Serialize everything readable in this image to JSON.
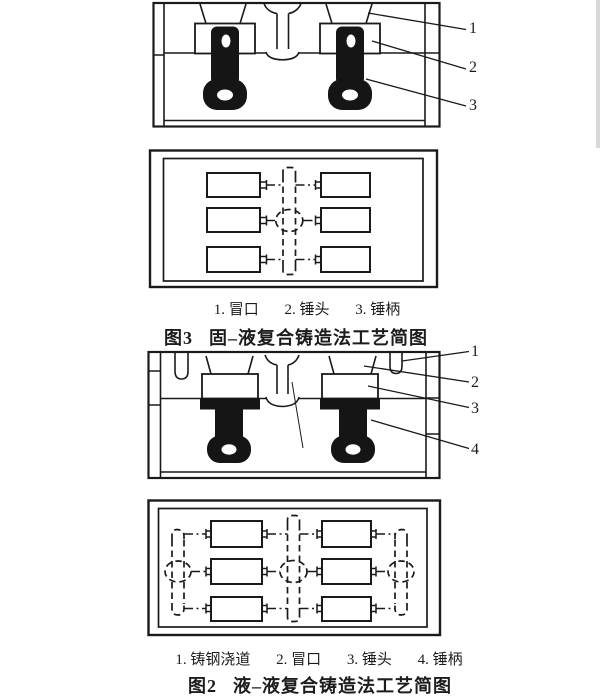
{
  "colors": {
    "ink": "#1a1a1a",
    "paper": "#ffffff"
  },
  "figure3": {
    "section_callouts": [
      "1",
      "2",
      "3"
    ],
    "legend_items": [
      "1. 冒口",
      "2. 锤头",
      "3. 锤柄"
    ],
    "fig_label": "图3",
    "title": "固–液复合铸造法工艺简图"
  },
  "figure2": {
    "section_callouts": [
      "1",
      "2",
      "3",
      "4"
    ],
    "legend_items": [
      "1. 铸钢浇道",
      "2. 冒口",
      "3. 锤头",
      "4. 锤柄"
    ],
    "fig_label": "图2",
    "title": "液–液复合铸造法工艺简图"
  }
}
